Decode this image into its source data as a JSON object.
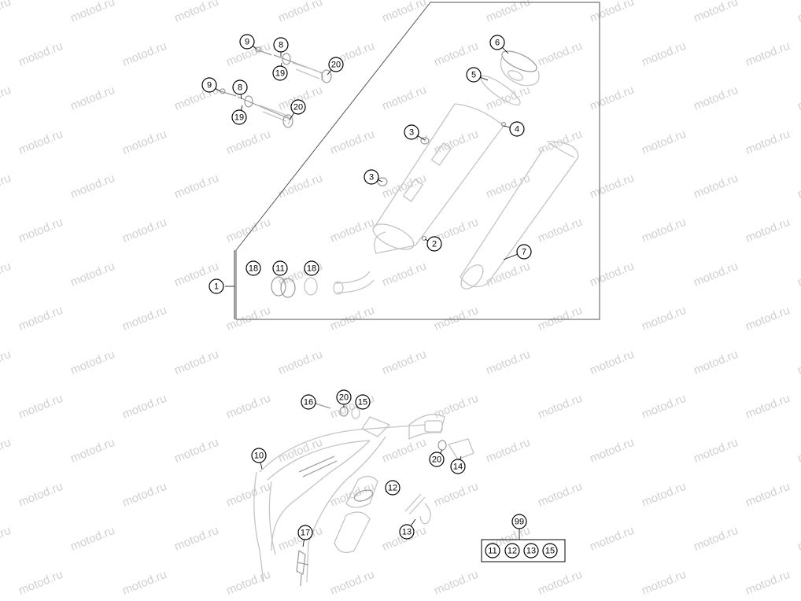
{
  "watermark": {
    "text": "motod.ru",
    "color": "#d0d0d0"
  },
  "callouts": [
    {
      "id": "c9a",
      "label": "9"
    },
    {
      "id": "c8a",
      "label": "8"
    },
    {
      "id": "c20a",
      "label": "20"
    },
    {
      "id": "c19a",
      "label": "19"
    },
    {
      "id": "c9b",
      "label": "9"
    },
    {
      "id": "c8b",
      "label": "8"
    },
    {
      "id": "c20b",
      "label": "20"
    },
    {
      "id": "c19b",
      "label": "19"
    },
    {
      "id": "c6",
      "label": "6"
    },
    {
      "id": "c5",
      "label": "5"
    },
    {
      "id": "c3a",
      "label": "3"
    },
    {
      "id": "c4",
      "label": "4"
    },
    {
      "id": "c3b",
      "label": "3"
    },
    {
      "id": "c2",
      "label": "2"
    },
    {
      "id": "c7",
      "label": "7"
    },
    {
      "id": "c18a",
      "label": "18"
    },
    {
      "id": "c11",
      "label": "11"
    },
    {
      "id": "c18b",
      "label": "18"
    },
    {
      "id": "c1",
      "label": "1"
    },
    {
      "id": "c16",
      "label": "16"
    },
    {
      "id": "c20c",
      "label": "20"
    },
    {
      "id": "c15",
      "label": "15"
    },
    {
      "id": "c10",
      "label": "10"
    },
    {
      "id": "c20d",
      "label": "20"
    },
    {
      "id": "c14",
      "label": "14"
    },
    {
      "id": "c12",
      "label": "12"
    },
    {
      "id": "c13",
      "label": "13"
    },
    {
      "id": "c17",
      "label": "17"
    },
    {
      "id": "c99",
      "label": "99"
    }
  ],
  "kit_box": {
    "items": [
      "11",
      "12",
      "13",
      "15"
    ]
  }
}
